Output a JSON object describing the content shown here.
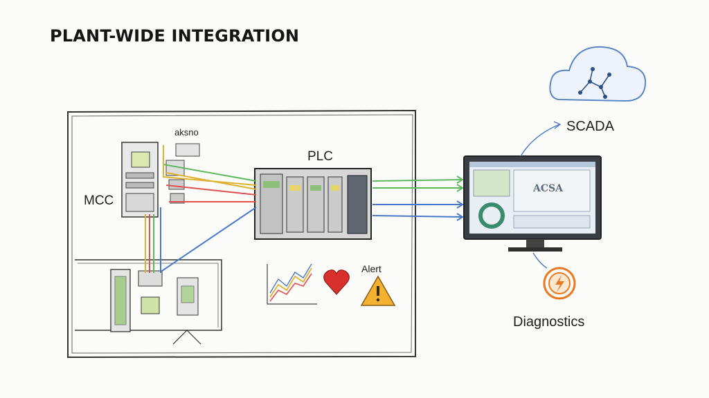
{
  "title": "PLANT-WIDE INTEGRATION",
  "labels": {
    "mcc": "MCC",
    "plc": "PLC",
    "top_scribble": "aksno",
    "alert": "Alert",
    "scada": "SCADA",
    "diagnostics": "Diagnostics",
    "screen_text": "ACSA"
  },
  "icons": [
    "cloud-network-icon",
    "monitor-icon",
    "trend-chart-icon",
    "heart-icon",
    "warning-icon",
    "diagnostics-icon"
  ],
  "colors": {
    "wire_green": "#5cb85c",
    "wire_yellow": "#e0b030",
    "wire_red": "#e05050",
    "wire_blue": "#4a78c8",
    "cloud": "#5b86c6",
    "heart": "#d8302c",
    "warning": "#e8a020",
    "diagnostics": "#e77a22"
  }
}
